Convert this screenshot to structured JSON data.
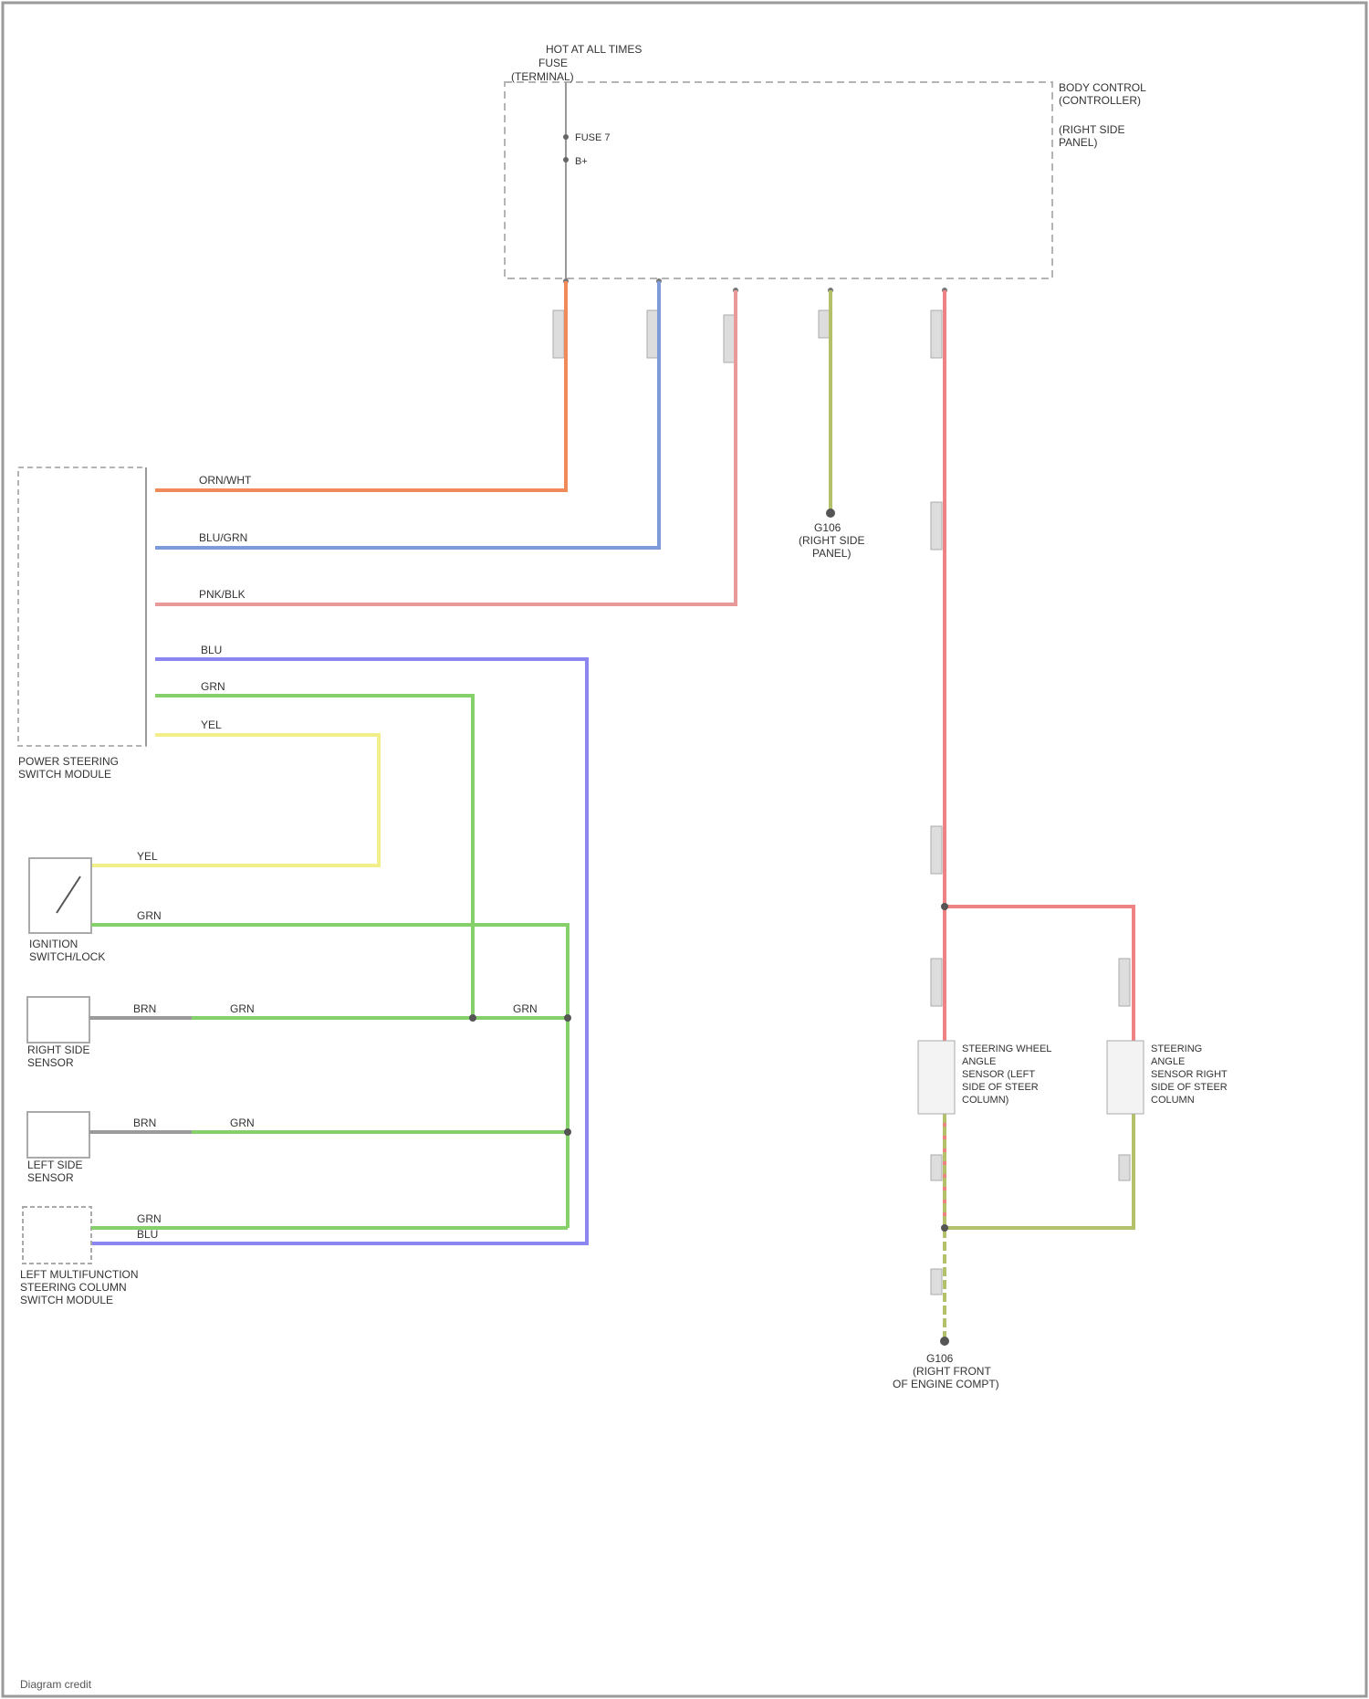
{
  "colors": {
    "orange": "#f08a5a",
    "blue": "#7f9ad8",
    "pink": "#e89a9a",
    "olive": "#b5c06a",
    "red": "#ef8282",
    "violet": "#8c87f0",
    "green": "#86d06b",
    "yellow": "#f2ee8a",
    "gray": "#9a9a9a"
  },
  "components": {
    "fuse_box": {
      "label1": "HOT AT ALL TIMES",
      "label2": "FUSE",
      "label3": "(TERMINAL)"
    },
    "controller": {
      "label1": "BODY CONTROL",
      "label2": "(CONTROLLER)",
      "label3": "(RIGHT SIDE",
      "label4": "PANEL)"
    },
    "pin_fuse": "FUSE 7",
    "pin_b": "B+",
    "ground_left": {
      "label1": "G106",
      "label2": "(RIGHT SIDE",
      "label3": "PANEL)"
    },
    "ground_bottom": {
      "label1": "G106",
      "label2": "(RIGHT FRONT",
      "label3": "OF ENGINE COMPT)"
    },
    "module": {
      "label1": "POWER STEERING",
      "label2": "SWITCH MODULE"
    },
    "ignition": {
      "label1": "IGNITION",
      "label2": "SWITCH/LOCK"
    },
    "right_sensor": {
      "label1": "RIGHT SIDE",
      "label2": "SENSOR"
    },
    "left_sensor": {
      "label1": "LEFT SIDE",
      "label2": "SENSOR"
    },
    "column_module": {
      "label1": "LEFT MULTIFUNCTION",
      "label2": "STEERING COLUMN",
      "label3": "SWITCH MODULE"
    },
    "coil_left": {
      "label1": "STEERING WHEEL",
      "label2": "ANGLE",
      "label3": "SENSOR (LEFT",
      "label4": "SIDE OF STEER",
      "label5": "COLUMN)"
    },
    "coil_right": {
      "label1": "STEERING",
      "label2": "ANGLE",
      "label3": "SENSOR RIGHT",
      "label4": "SIDE OF STEER",
      "label5": "COLUMN"
    }
  },
  "wires": {
    "orange": "ORN/WHT",
    "blue": "BLU/GRN",
    "pink": "PNK/BLK",
    "violet": "BLU",
    "green": "GRN",
    "yellow": "YEL",
    "gray": "BRN"
  },
  "footer": "Diagram credit"
}
